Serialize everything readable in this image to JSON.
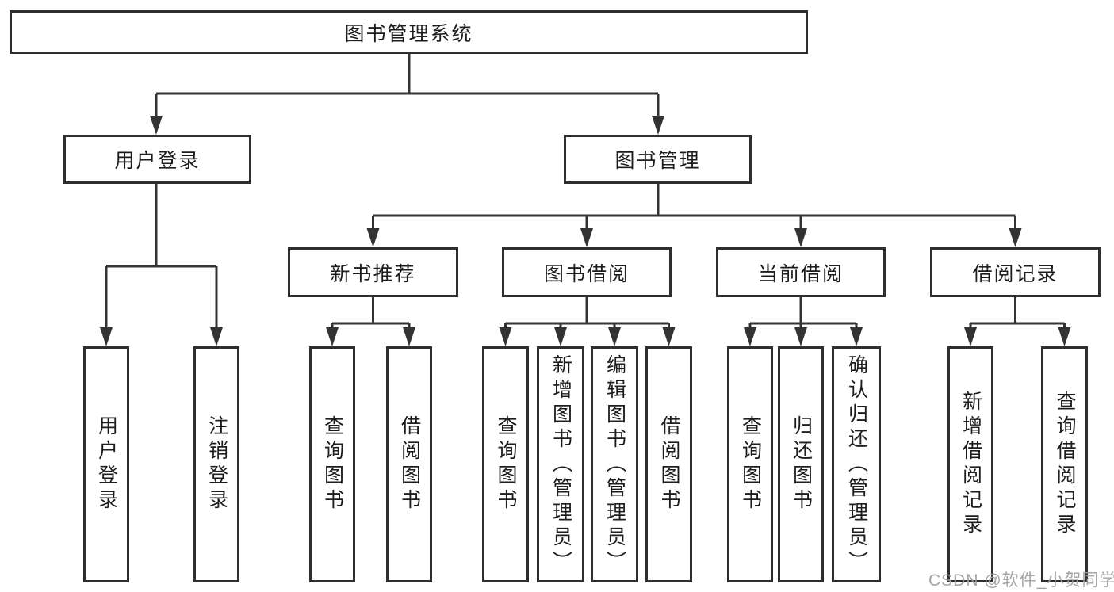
{
  "tree": {
    "label": "图书管理系统",
    "children": [
      {
        "label": "用户登录",
        "children": [
          {
            "label": "用户登录"
          },
          {
            "label": "注销登录"
          }
        ]
      },
      {
        "label": "图书管理",
        "children": [
          {
            "label": "新书推荐",
            "children": [
              {
                "label": "查询图书"
              },
              {
                "label": "借阅图书"
              }
            ]
          },
          {
            "label": "图书借阅",
            "children": [
              {
                "label": "查询图书"
              },
              {
                "label": "新增图书（管理员）"
              },
              {
                "label": "编辑图书（管理员）"
              },
              {
                "label": "借阅图书"
              }
            ]
          },
          {
            "label": "当前借阅",
            "children": [
              {
                "label": "查询图书"
              },
              {
                "label": "归还图书"
              },
              {
                "label": "确认归还（管理员）"
              }
            ]
          },
          {
            "label": "借阅记录",
            "children": [
              {
                "label": "新增借阅记录"
              },
              {
                "label": "查询借阅记录"
              }
            ]
          }
        ]
      }
    ]
  },
  "watermark": {
    "text": "CSDN @软件_小贺同学"
  },
  "colors": {
    "line": "#333333",
    "box_border": "#2e2e2e",
    "text": "#1d1d1f",
    "watermark": "#9d9d9d",
    "background": "#ffffff"
  }
}
